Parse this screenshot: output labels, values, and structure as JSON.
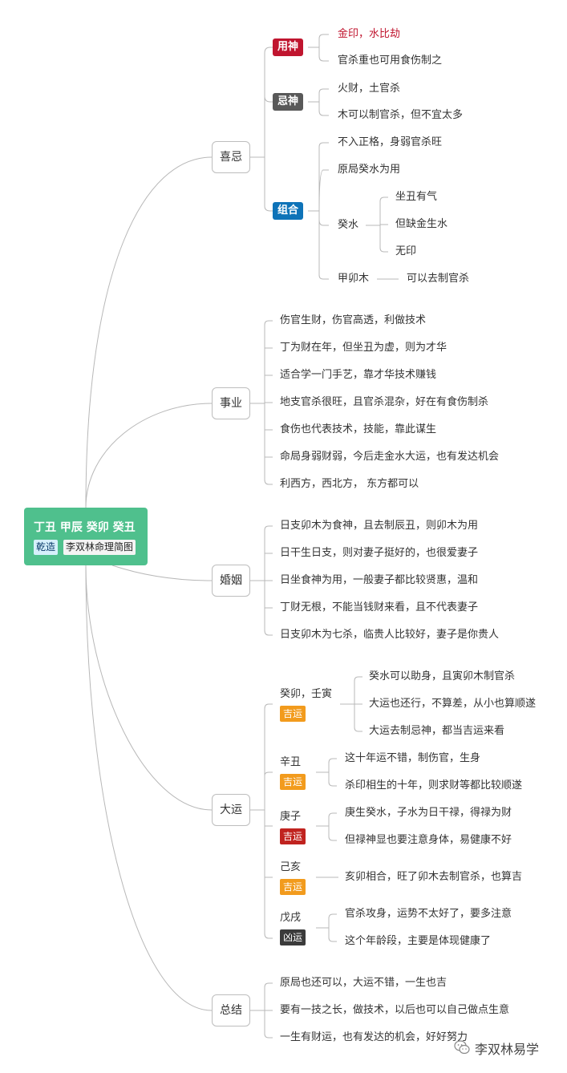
{
  "root": {
    "title": "丁丑 甲辰 癸卯 癸丑",
    "chip_gender": "乾造",
    "chip_label": "李双林命理简图"
  },
  "branches": {
    "xiji": {
      "label": "喜忌",
      "yongshen": {
        "tag": "用神",
        "items": [
          "金印，水比劫",
          "官杀重也可用食伤制之"
        ]
      },
      "jishen": {
        "tag": "忌神",
        "items": [
          "火财，土官杀",
          "木可以制官杀，但不宜太多"
        ]
      },
      "zuhe": {
        "tag": "组合",
        "items": [
          "不入正格，身弱官杀旺",
          "原局癸水为用"
        ],
        "guishui": {
          "label": "癸水",
          "items": [
            "坐丑有气",
            "但缺金生水",
            "无印"
          ]
        },
        "jiamaomu": {
          "label": "甲卯木",
          "note": "可以去制官杀"
        }
      }
    },
    "shiye": {
      "label": "事业",
      "items": [
        "伤官生财，伤官高透，利做技术",
        "丁为财在年，但坐丑为虚，则为才华",
        "适合学一门手艺，靠才华技术赚钱",
        "地支官杀很旺，且官杀混杂，好在有食伤制杀",
        "食伤也代表技术，技能，靠此谋生",
        "命局身弱财弱，今后走金水大运，也有发达机会",
        "利西方，西北方， 东方都可以"
      ]
    },
    "hunyin": {
      "label": "婚姻",
      "items": [
        "日支卯木为食神，且去制辰丑，则卯木为用",
        "日干生日支，则对妻子挺好的，也很爱妻子",
        "日坐食神为用，一般妻子都比较贤惠，温和",
        "丁财无根，不能当钱财来看，且不代表妻子",
        "日支卯木为七杀，临贵人比较好，妻子是你贵人"
      ]
    },
    "dayun": {
      "label": "大运",
      "periods": [
        {
          "name": "癸卯，壬寅",
          "badge": "吉运",
          "items": [
            "癸水可以助身，且寅卯木制官杀",
            "大运也还行，不算差，从小也算顺遂",
            "大运去制忌神，都当吉运来看"
          ]
        },
        {
          "name": "辛丑",
          "badge": "吉运",
          "items": [
            "这十年运不错，制伤官，生身",
            "杀印相生的十年，则求财等都比较顺遂"
          ]
        },
        {
          "name": "庚子",
          "badge": "吉运",
          "items": [
            "庚生癸水，子水为日干禄，得禄为财",
            "但禄神显也要注意身体，易健康不好"
          ]
        },
        {
          "name": "己亥",
          "badge": "吉运",
          "items": [
            "亥卯相合，旺了卯木去制官杀，也算吉"
          ]
        },
        {
          "name": "戊戌",
          "badge": "凶运",
          "items": [
            "官杀攻身，运势不太好了，要多注意",
            "这个年龄段，主要是体现健康了"
          ]
        }
      ]
    },
    "zongjie": {
      "label": "总结",
      "items": [
        "原局也还可以，大运不错，一生也吉",
        "要有一技之长，做技术，以后也可以自己做点生意",
        "一生有财运，也有发达的机会，好好努力"
      ]
    }
  },
  "colors": {
    "root": "#4fc08d",
    "yongshen": "#c0152f",
    "jishen": "#595959",
    "zuhe": "#0e73b8",
    "good_luck": "#f29b1d",
    "dayun_gengzi": "#c0231f",
    "bad_luck": "#3b3b3b",
    "line": "#b8b8b8"
  },
  "watermark": {
    "text": "李双林易学",
    "icon": "wechat-icon"
  }
}
